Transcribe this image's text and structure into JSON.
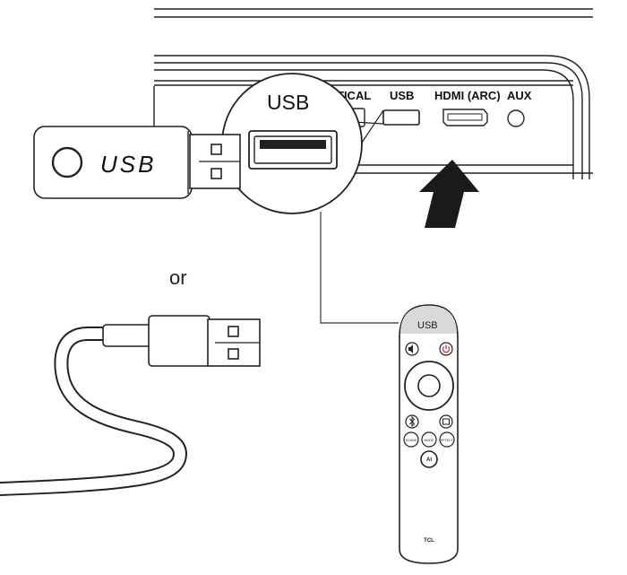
{
  "ports": {
    "optical": "TICAL",
    "usb": "USB",
    "hdmi": "HDMI (ARC)",
    "aux": "AUX"
  },
  "zoom": {
    "label": "USB"
  },
  "usb_stick": {
    "label": "USB"
  },
  "connector_word": "or",
  "remote": {
    "usb_label": "USB",
    "brand": "TCL",
    "buttons": {
      "ai": "AI",
      "sound": "SOUND",
      "mode": "MODE",
      "effect": "EFFECT"
    }
  },
  "colors": {
    "line": "#222222",
    "arrow": "#1a1a1a",
    "remote_top": "#d9d9d9",
    "power_red": "#d8323c"
  },
  "icons": {
    "mute": "mute-icon",
    "power": "power-icon",
    "bluetooth": "bluetooth-icon",
    "input": "input-icon",
    "arrow": "arrow-up-icon"
  }
}
